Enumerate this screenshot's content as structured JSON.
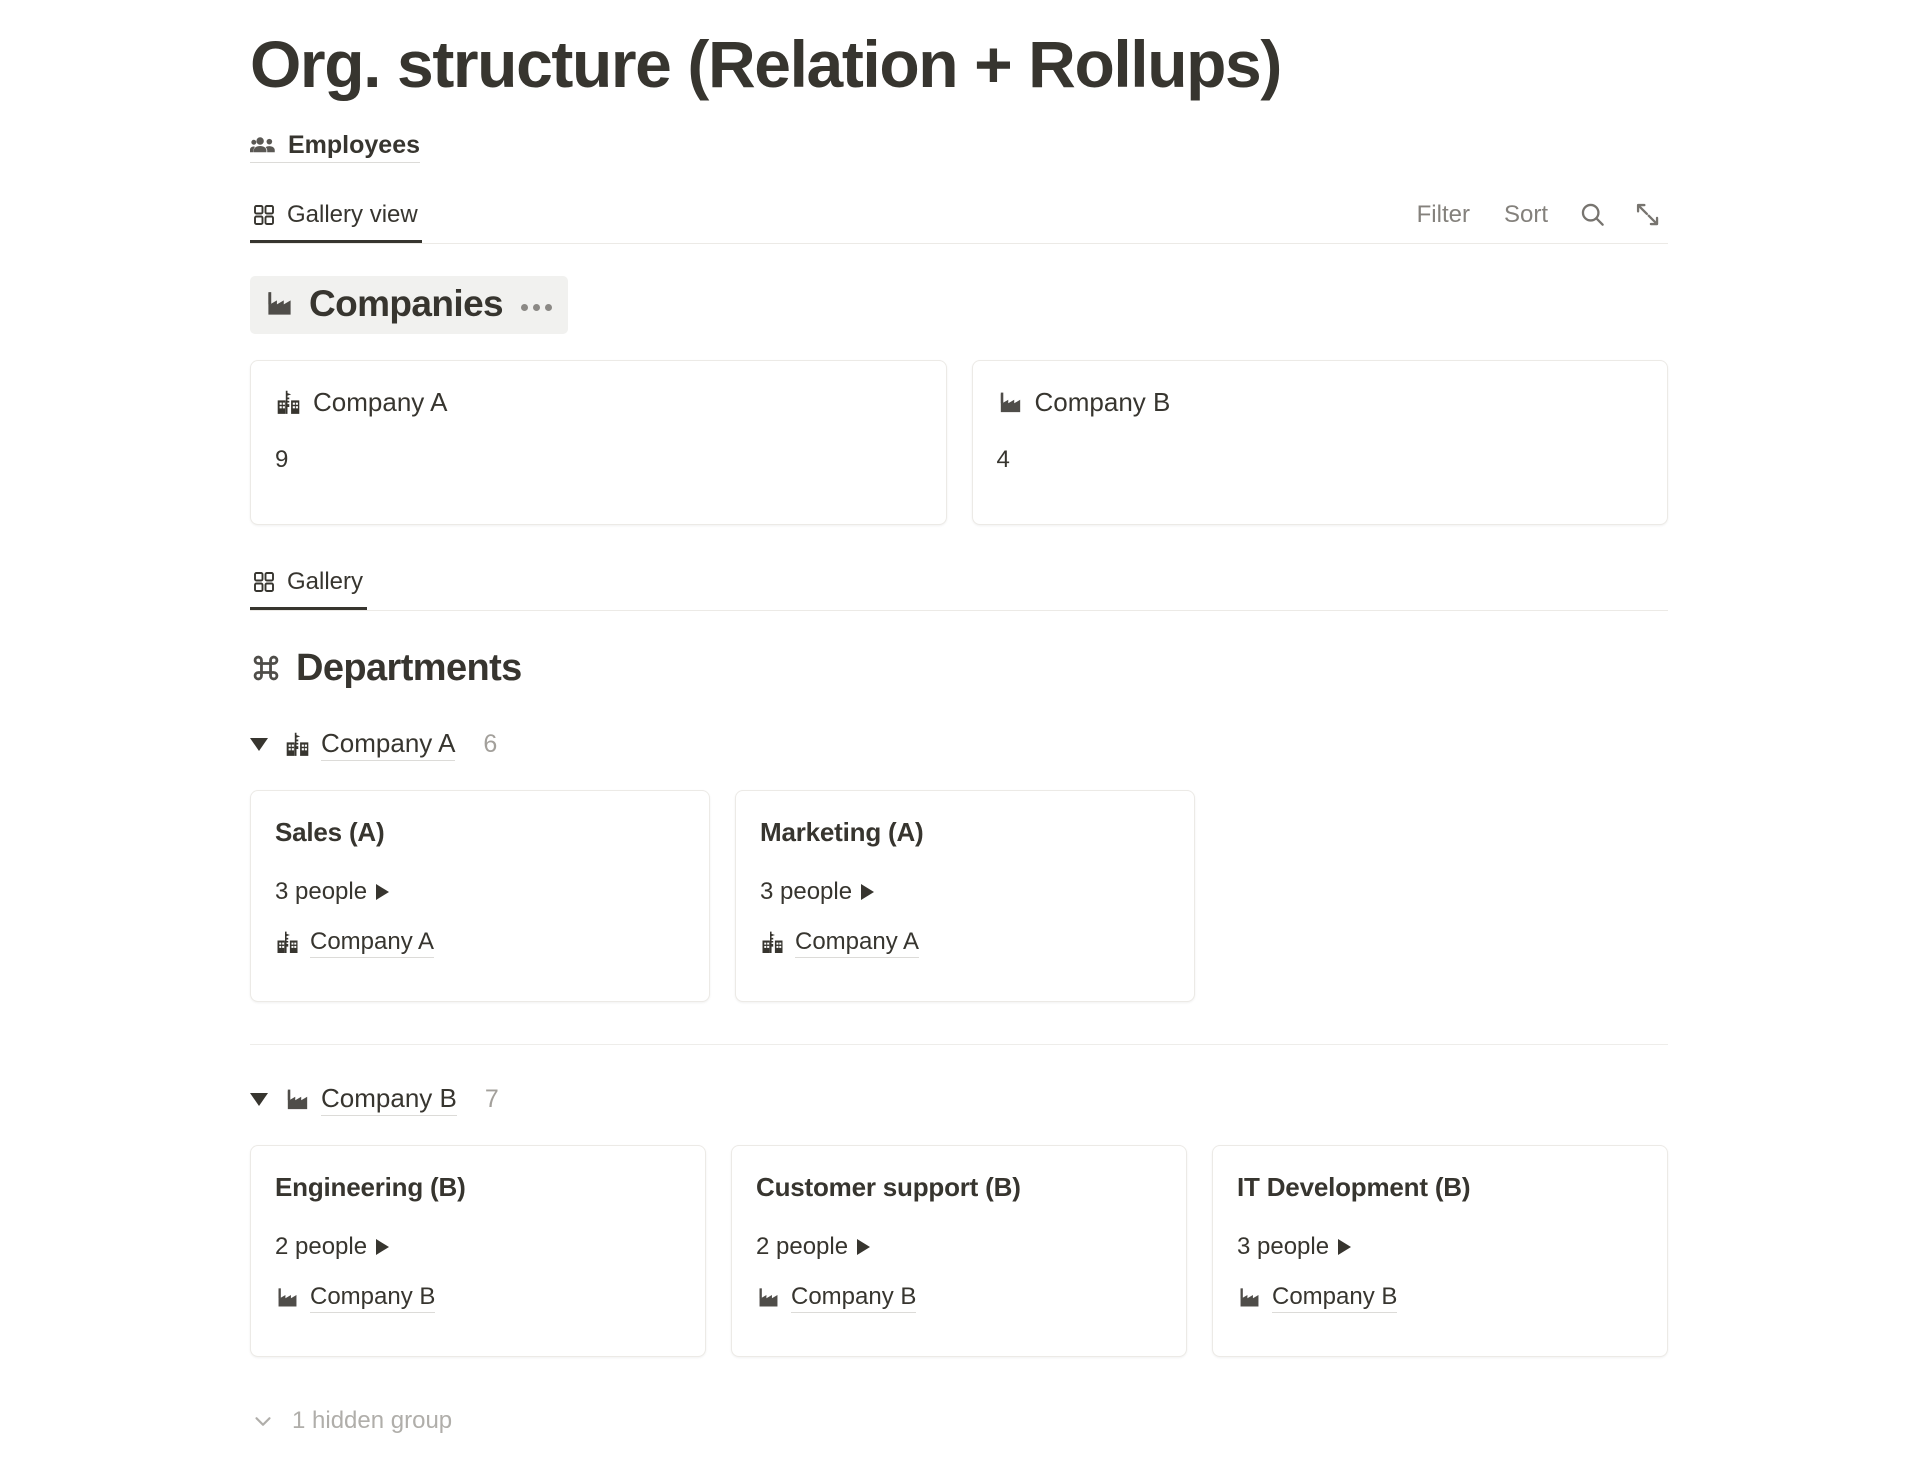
{
  "page": {
    "title": "Org. structure (Relation + Rollups)",
    "source": {
      "label": "Employees",
      "icon": "people-group-icon"
    }
  },
  "view_bar": {
    "tab": {
      "label": "Gallery view",
      "icon": "gallery-grid-icon",
      "active": true
    },
    "filter_label": "Filter",
    "sort_label": "Sort",
    "search_icon": "search-icon",
    "expand_icon": "expand-diagonal-icon"
  },
  "companies_section": {
    "title": "Companies",
    "icon": "factory-icon",
    "menu_icon": "more-options-icon",
    "cards": [
      {
        "title": "Company A",
        "icon": "school-building-icon",
        "value": "9"
      },
      {
        "title": "Company B",
        "icon": "factory-icon",
        "value": "4"
      }
    ]
  },
  "departments_view": {
    "tab": {
      "label": "Gallery",
      "icon": "gallery-grid-icon",
      "active": true
    },
    "title": "Departments",
    "icon": "command-loop-icon",
    "groups": [
      {
        "name": "Company A",
        "icon": "school-building-icon",
        "count": "6",
        "toggle_icon": "triangle-down-icon",
        "cards": [
          {
            "title": "Sales (A)",
            "rollup": "3 people",
            "rollup_icon": "triangle-right-icon",
            "relation": "Company A",
            "relation_icon": "school-building-icon"
          },
          {
            "title": "Marketing (A)",
            "rollup": "3 people",
            "rollup_icon": "triangle-right-icon",
            "relation": "Company A",
            "relation_icon": "school-building-icon"
          }
        ]
      },
      {
        "name": "Company B",
        "icon": "factory-icon",
        "count": "7",
        "toggle_icon": "triangle-down-icon",
        "cards": [
          {
            "title": "Engineering (B)",
            "rollup": "2 people",
            "rollup_icon": "triangle-right-icon",
            "relation": "Company B",
            "relation_icon": "factory-icon"
          },
          {
            "title": "Customer support (B)",
            "rollup": "2 people",
            "rollup_icon": "triangle-right-icon",
            "relation": "Company B",
            "relation_icon": "factory-icon"
          },
          {
            "title": "IT Development (B)",
            "rollup": "3 people",
            "rollup_icon": "triangle-right-icon",
            "relation": "Company B",
            "relation_icon": "factory-icon"
          }
        ]
      }
    ],
    "hidden_group_label": "1 hidden group",
    "hidden_group_icon": "chevron-down-icon"
  },
  "colors": {
    "text": "#37352f",
    "muted": "#84817c",
    "faint": "#b0aeaa",
    "border": "#eceae6",
    "highlight_bg": "#f1f1ef"
  }
}
